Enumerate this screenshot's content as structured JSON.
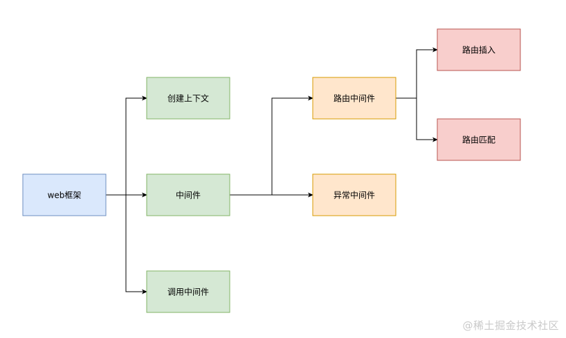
{
  "diagram": {
    "nodes": [
      {
        "id": "web",
        "label": "web框架",
        "fill": "#dae8fc",
        "stroke": "#6c8ebf"
      },
      {
        "id": "ctx",
        "label": "创建上下文",
        "fill": "#d5e8d4",
        "stroke": "#82b366"
      },
      {
        "id": "mw",
        "label": "中间件",
        "fill": "#d5e8d4",
        "stroke": "#82b366"
      },
      {
        "id": "call",
        "label": "调用中间件",
        "fill": "#d5e8d4",
        "stroke": "#82b366"
      },
      {
        "id": "routemw",
        "label": "路由中间件",
        "fill": "#ffe6cc",
        "stroke": "#d79b00"
      },
      {
        "id": "errmw",
        "label": "异常中间件",
        "fill": "#ffe6cc",
        "stroke": "#d79b00"
      },
      {
        "id": "insert",
        "label": "路由插入",
        "fill": "#f8cecc",
        "stroke": "#b85450"
      },
      {
        "id": "match",
        "label": "路由匹配",
        "fill": "#f8cecc",
        "stroke": "#b85450"
      }
    ],
    "edges": [
      {
        "from": "web",
        "to": "ctx"
      },
      {
        "from": "web",
        "to": "mw"
      },
      {
        "from": "web",
        "to": "call"
      },
      {
        "from": "mw",
        "to": "routemw"
      },
      {
        "from": "mw",
        "to": "errmw"
      },
      {
        "from": "routemw",
        "to": "insert"
      },
      {
        "from": "routemw",
        "to": "match"
      }
    ]
  },
  "watermark": "@稀土掘金技术社区"
}
